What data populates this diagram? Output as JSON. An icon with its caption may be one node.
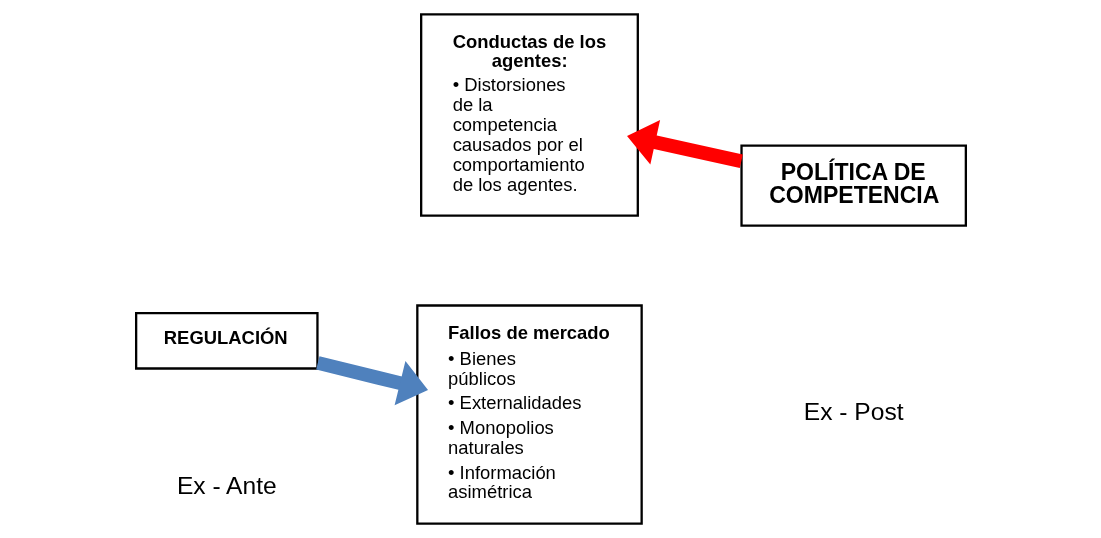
{
  "diagram": {
    "nodes": [
      {
        "text": [
          "REGULACIÓN"
        ]
      },
      {
        "text": [
          "Fallos de mercado",
          "• Bienes públicos",
          "• Externalidades",
          "• Monopolios naturales",
          "• Información asimétrica"
        ]
      },
      {
        "text": [
          "Conductas de los agentes:",
          "• Distorsiones de la competencia causados por el comportamiento de los agentes."
        ]
      },
      {
        "text": [
          "POLÍTICA DE COMPETENCIA"
        ]
      }
    ],
    "edges": [
      {
        "from": 0,
        "to": 1,
        "arrow": "to",
        "color": "#4f81bd"
      },
      {
        "from": 3,
        "to": 2,
        "arrow": "to",
        "color": "#ff0000"
      }
    ],
    "labels": [
      "Ex - Ante",
      "Ex - Post"
    ]
  }
}
